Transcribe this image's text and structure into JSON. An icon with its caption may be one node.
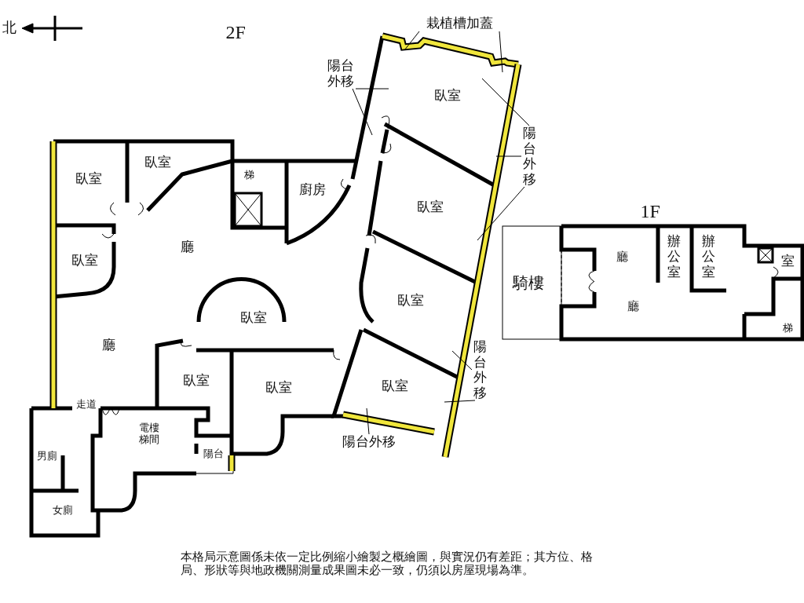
{
  "diagram": {
    "nodes": [
      {
        "text": [
          "栽植槽加蓋"
        ]
      },
      {
        "text": [
          "陽台外移"
        ]
      },
      {
        "text": [
          "陽台外移"
        ]
      },
      {
        "text": [
          "陽台外移"
        ]
      },
      {
        "text": [
          "陽台外移"
        ]
      }
    ],
    "edges": [
      {
        "from": 0,
        "to": null,
        "arrow": "none"
      },
      {
        "from": 0,
        "to": null,
        "arrow": "none"
      },
      {
        "from": 1,
        "to": null,
        "arrow": "none"
      },
      {
        "from": 2,
        "to": null,
        "arrow": "none"
      },
      {
        "from": 2,
        "to": null,
        "arrow": "none"
      },
      {
        "from": 3,
        "to": null,
        "arrow": "none"
      },
      {
        "from": 3,
        "to": null,
        "arrow": "none"
      },
      {
        "from": 4,
        "to": null,
        "arrow": "none"
      }
    ],
    "labels": [
      "北",
      "2F",
      "臥室",
      "臥室",
      "梯",
      "廚房",
      "臥室",
      "臥室",
      "臥室",
      "廳",
      "臥室",
      "臥室",
      "廳",
      "臥室",
      "臥室",
      "臥室",
      "走道",
      "電樓梯間",
      "陽台",
      "男廁",
      "女廁",
      "1F",
      "騎樓",
      "廳",
      "辦公室",
      "辦公室",
      "室",
      "廳",
      "梯",
      "本格局示意圖係未依一定比例縮小繪製之概繪圖，與實況仍有差距；其方位、格局、形狀等與地政機關測量成果圖未必一致，仍須以房屋現場為準。"
    ]
  }
}
